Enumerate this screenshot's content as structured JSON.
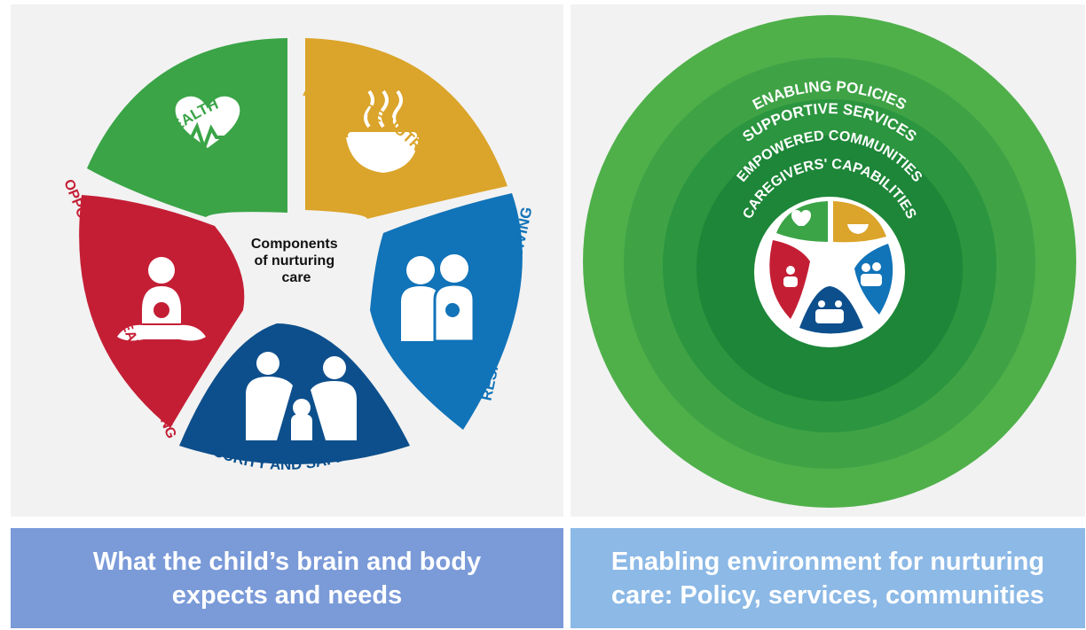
{
  "left_diagram": {
    "center_label": [
      "Components",
      "of nurturing",
      "care"
    ],
    "components": [
      {
        "label": "GOOD HEALTH",
        "color": "#3aa447",
        "icon": "heart-pulse-icon"
      },
      {
        "label": "ADEQUATE NUTRITION",
        "color": "#dba42a",
        "icon": "steaming-bowl-icon"
      },
      {
        "label": "RESPONSIVE CAREGIVING",
        "color": "#1173b8",
        "icon": "parents-with-baby-icon"
      },
      {
        "label": "SECURITY AND SAFETY",
        "color": "#0d4f8c",
        "icon": "family-shelter-icon"
      },
      {
        "label": "OPPORTUNITIES FOR EARLY LEARNING",
        "color": "#c41e35",
        "icon": "child-playing-icon"
      }
    ]
  },
  "right_diagram": {
    "rings": [
      {
        "label": "ENABLING POLICIES",
        "color": "#4fb04a"
      },
      {
        "label": "SUPPORTIVE SERVICES",
        "color": "#3fa346"
      },
      {
        "label": "EMPOWERED COMMUNITIES",
        "color": "#2b953f"
      },
      {
        "label": "CAREGIVERS' CAPABILITIES",
        "color": "#1d8638"
      }
    ]
  },
  "captions": {
    "left": [
      "What the child’s brain and body",
      "expects and needs"
    ],
    "right": [
      "Enabling environment for nurturing",
      "care: Policy, services, communities"
    ]
  }
}
